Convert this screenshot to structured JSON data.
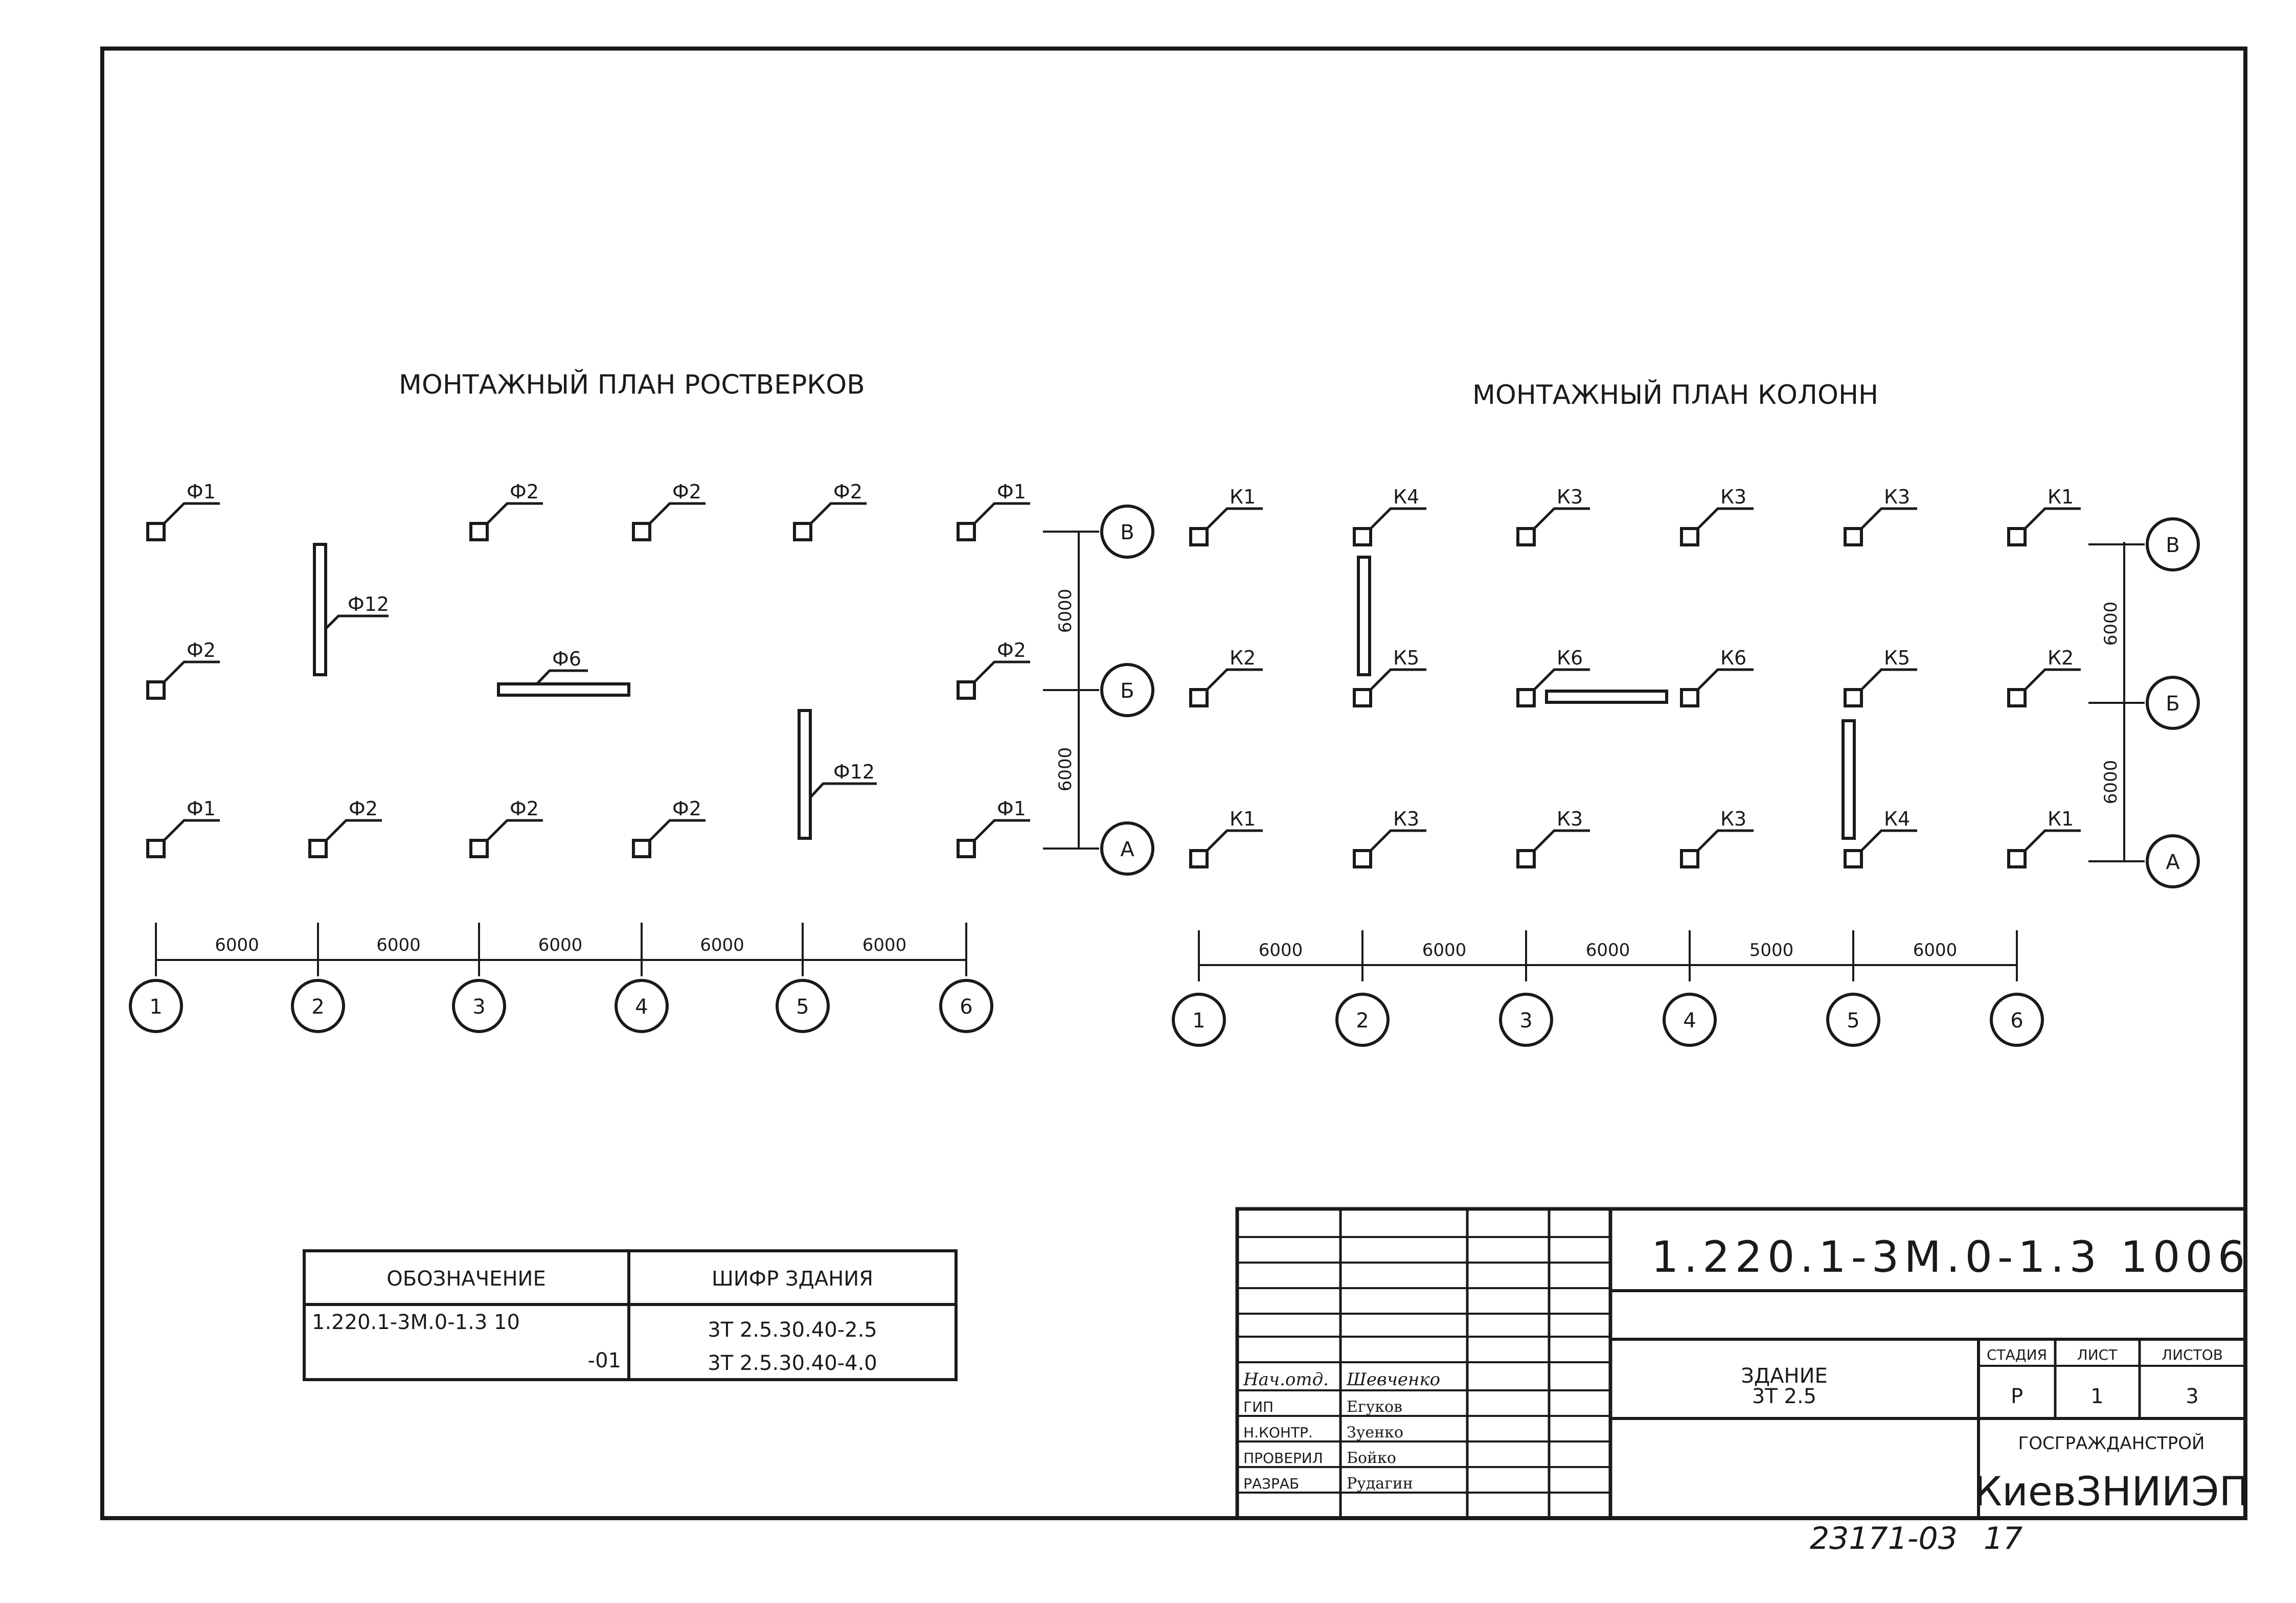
{
  "colors": {
    "ink": "#1a1a1a",
    "paper": "#ffffff"
  },
  "plan_left": {
    "title": "МОНТАЖНЫЙ ПЛАН РОСТВЕРКОВ",
    "row_top": [
      "Ф1",
      "Ф2",
      "Ф2",
      "Ф2",
      "Ф1"
    ],
    "row_mid": [
      "Ф2",
      "Ф2"
    ],
    "row_bot": [
      "Ф1",
      "Ф2",
      "Ф2",
      "Ф2",
      "Ф1"
    ],
    "beam_1": "Ф12",
    "beam_2": "Ф6",
    "beam_3": "Ф12",
    "dims_bottom": [
      "6000",
      "6000",
      "6000",
      "6000",
      "6000"
    ],
    "dims_right": [
      "6000",
      "6000"
    ],
    "axes_x": [
      "1",
      "2",
      "3",
      "4",
      "5",
      "6"
    ],
    "axes_y": [
      "В",
      "Б",
      "А"
    ]
  },
  "plan_right": {
    "title": "МОНТАЖНЫЙ ПЛАН КОЛОНН",
    "row_top": [
      "К1",
      "К4",
      "К3",
      "К3",
      "К3",
      "К1"
    ],
    "row_mid": [
      "К2",
      "К5",
      "К6",
      "К6",
      "К5",
      "К2"
    ],
    "row_bot": [
      "К1",
      "К3",
      "К3",
      "К3",
      "К4",
      "К1"
    ],
    "dims_bottom": [
      "6000",
      "6000",
      "6000",
      "5000",
      "6000"
    ],
    "dims_right": [
      "6000",
      "6000"
    ],
    "axes_x": [
      "1",
      "2",
      "3",
      "4",
      "5",
      "6"
    ],
    "axes_y": [
      "В",
      "Б",
      "А"
    ]
  },
  "designation_table": {
    "header_1": "ОБОЗНАЧЕНИЕ",
    "header_2": "ШИФР ЗДАНИЯ",
    "designation": "1.220.1-3М.0-1.3 10",
    "designation_suffix": "-01",
    "code_1": "3Т 2.5.30.40-2.5",
    "code_2": "3Т 2.5.30.40-4.0"
  },
  "title_block": {
    "document_code": "1.220.1-3М.0-1.3 1006",
    "building_name": "ЗДАНИЕ",
    "building_code": "3Т 2.5",
    "stage_label": "СТАДИЯ",
    "sheet_label": "ЛИСТ",
    "sheets_label": "ЛИСТОВ",
    "stage": "Р",
    "sheet": "1",
    "sheets": "3",
    "org_1": "ГОСГРАЖДАНСТРОЙ",
    "org_2": "КиевЗНИИЭП",
    "people": [
      {
        "role": "Нач.отд.",
        "name": "Шевченко"
      },
      {
        "role": "ГИП",
        "name": "Егуков"
      },
      {
        "role": "Н.КОНТР.",
        "name": "Зуенко"
      },
      {
        "role": "ПРОВЕРИЛ",
        "name": "Бойко"
      },
      {
        "role": "РАЗРАБ",
        "name": "Рудагин"
      }
    ]
  },
  "footer": {
    "inventory": "23171-03",
    "page": "17"
  }
}
